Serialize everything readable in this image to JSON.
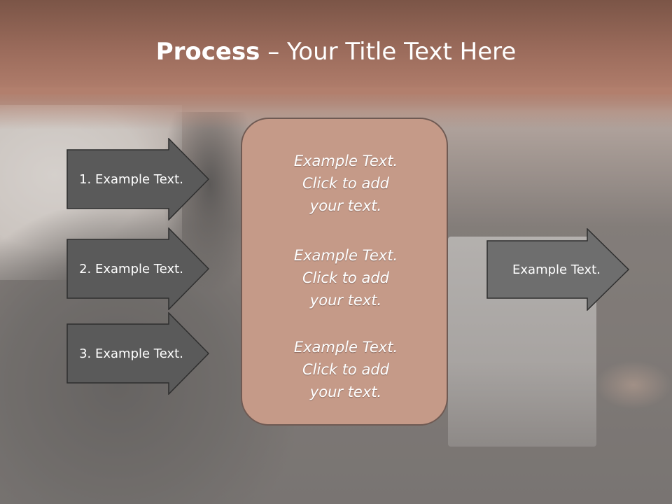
{
  "title": {
    "bold": "Process",
    "rest": " – Your Title Text Here"
  },
  "left_arrows": [
    {
      "label": "1. Example Text."
    },
    {
      "label": "2. Example Text."
    },
    {
      "label": "3. Example Text."
    }
  ],
  "center_blocks": [
    {
      "line1": "Example Text.",
      "line2": "Click  to add",
      "line3": "your text."
    },
    {
      "line1": "Example Text.",
      "line2": "Click  to add",
      "line3": "your text."
    },
    {
      "line1": "Example Text.",
      "line2": "Click  to add",
      "line3": "your text."
    }
  ],
  "right_arrow": {
    "label": "Example Text."
  },
  "colors": {
    "arrow_dark": "#5a5a5a",
    "arrow_light": "#6e6e6e",
    "center_box": "#c59a88",
    "title_band": "#a87565"
  }
}
